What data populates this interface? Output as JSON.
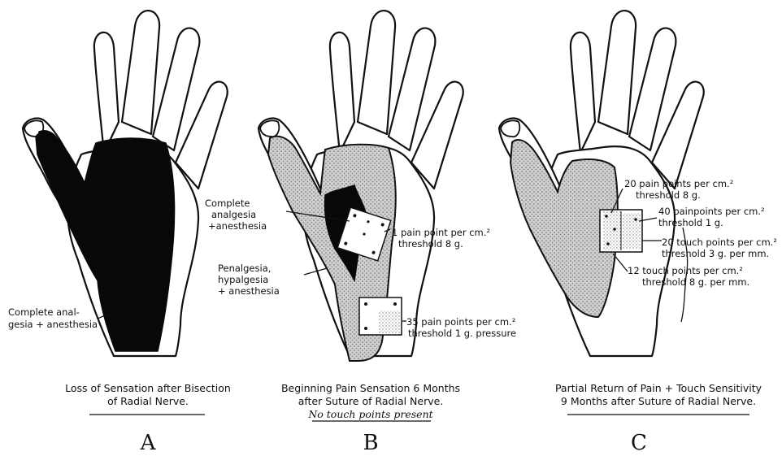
{
  "panels": [
    {
      "letter": "A",
      "caption_line1": "Loss of Sensation after Bisection",
      "caption_line2": "of Radial Nerve.",
      "labels": {
        "black_line1": "Complete anal-",
        "black_line2": "gesia + anesthesia"
      }
    },
    {
      "letter": "B",
      "caption_line1": "Beginning Pain Sensation 6 Months",
      "caption_line2": "after Suture of Radial Nerve.",
      "caption_line3": "No touch points present",
      "labels": {
        "complete_line1": "Complete",
        "complete_line2": "analgesia",
        "complete_line3": "+anesthesia",
        "pain1_line1": "1 pain point per cm.²",
        "pain1_line2": "threshold 8 g.",
        "penal_line1": "Penalgesia,",
        "penal_line2": "hypalgesia",
        "penal_line3": "+ anesthesia",
        "pain35_line1": "35 pain points per cm.²",
        "pain35_line2": "threshold 1 g. pressure"
      }
    },
    {
      "letter": "C",
      "caption_line1": "Partial Return of Pain + Touch Sensitivity",
      "caption_line2": "9 Months after Suture of Radial Nerve.",
      "labels": {
        "p20_line1": "20 pain points per cm.²",
        "p20_line2": "threshold 8 g.",
        "p40_line1": "40 painpoints per cm.²",
        "p40_line2": "threshold 1 g.",
        "t20_line1": "20 touch points per cm.²",
        "t20_line2": "threshold 3 g. per mm.",
        "t12_line1": "12 touch points per cm.²",
        "t12_line2": "threshold 8 g. per mm."
      }
    }
  ]
}
